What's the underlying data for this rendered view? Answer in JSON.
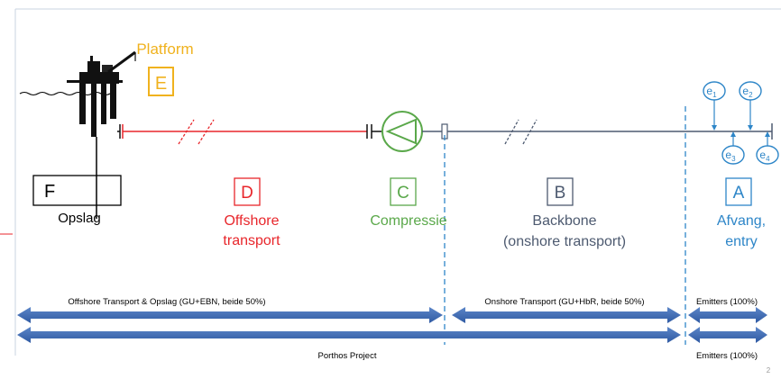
{
  "platform": {
    "label": "Platform",
    "letter": "E"
  },
  "segments": [
    {
      "id": "F",
      "letter": "F",
      "label_lines": [
        "Opslag"
      ]
    },
    {
      "id": "D",
      "letter": "D",
      "label_lines": [
        "Offshore",
        "transport"
      ]
    },
    {
      "id": "C",
      "letter": "C",
      "label_lines": [
        "Compressie"
      ]
    },
    {
      "id": "B",
      "letter": "B",
      "label_lines": [
        "Backbone",
        "(onshore transport)"
      ]
    },
    {
      "id": "A",
      "letter": "A",
      "label_lines": [
        "Afvang,",
        "entry"
      ]
    }
  ],
  "emitters": [
    {
      "base": "e",
      "sub": "1"
    },
    {
      "base": "e",
      "sub": "2"
    },
    {
      "base": "e",
      "sub": "3"
    },
    {
      "base": "e",
      "sub": "4"
    }
  ],
  "arrows": {
    "offshore": "Offshore Transport & Opslag (GU+EBN, beide 50%)",
    "onshore": "Onshore Transport (GU+HbR, beide 50%)",
    "emitters_top": "Emitters (100%)",
    "porthos": "Porthos Project",
    "emitters_bottom": "Emitters (100%)"
  },
  "slide_number": "2",
  "colors": {
    "platform": "#f0b21e",
    "offshore": "#e8262b",
    "compression": "#5aa84a",
    "backbone": "#4d5a70",
    "capture": "#2e86c8",
    "arrow": "#3a6ab4",
    "dark": "#000000"
  }
}
